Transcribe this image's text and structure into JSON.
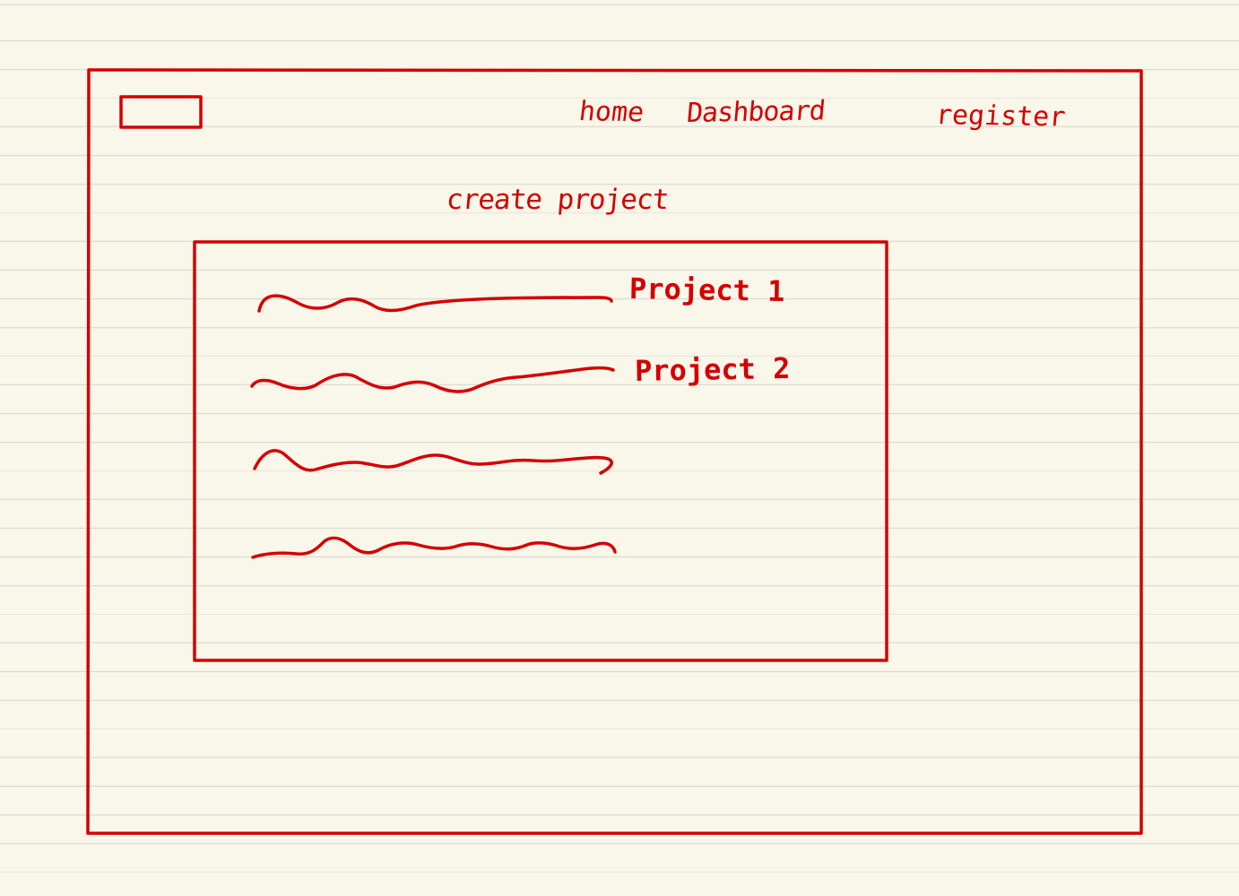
{
  "colors": {
    "ink": "#d40000",
    "paper": "#f9f6ea",
    "rule_line": "#d9d9d4"
  },
  "header": {
    "logo": "logo-placeholder",
    "nav": [
      {
        "label": "home"
      },
      {
        "label": "Dashboard"
      },
      {
        "label": "register"
      }
    ]
  },
  "main": {
    "title": "create project",
    "projects": [
      {
        "label": "Project 1"
      },
      {
        "label": "Project 2"
      },
      {
        "label": ""
      },
      {
        "label": ""
      }
    ]
  }
}
